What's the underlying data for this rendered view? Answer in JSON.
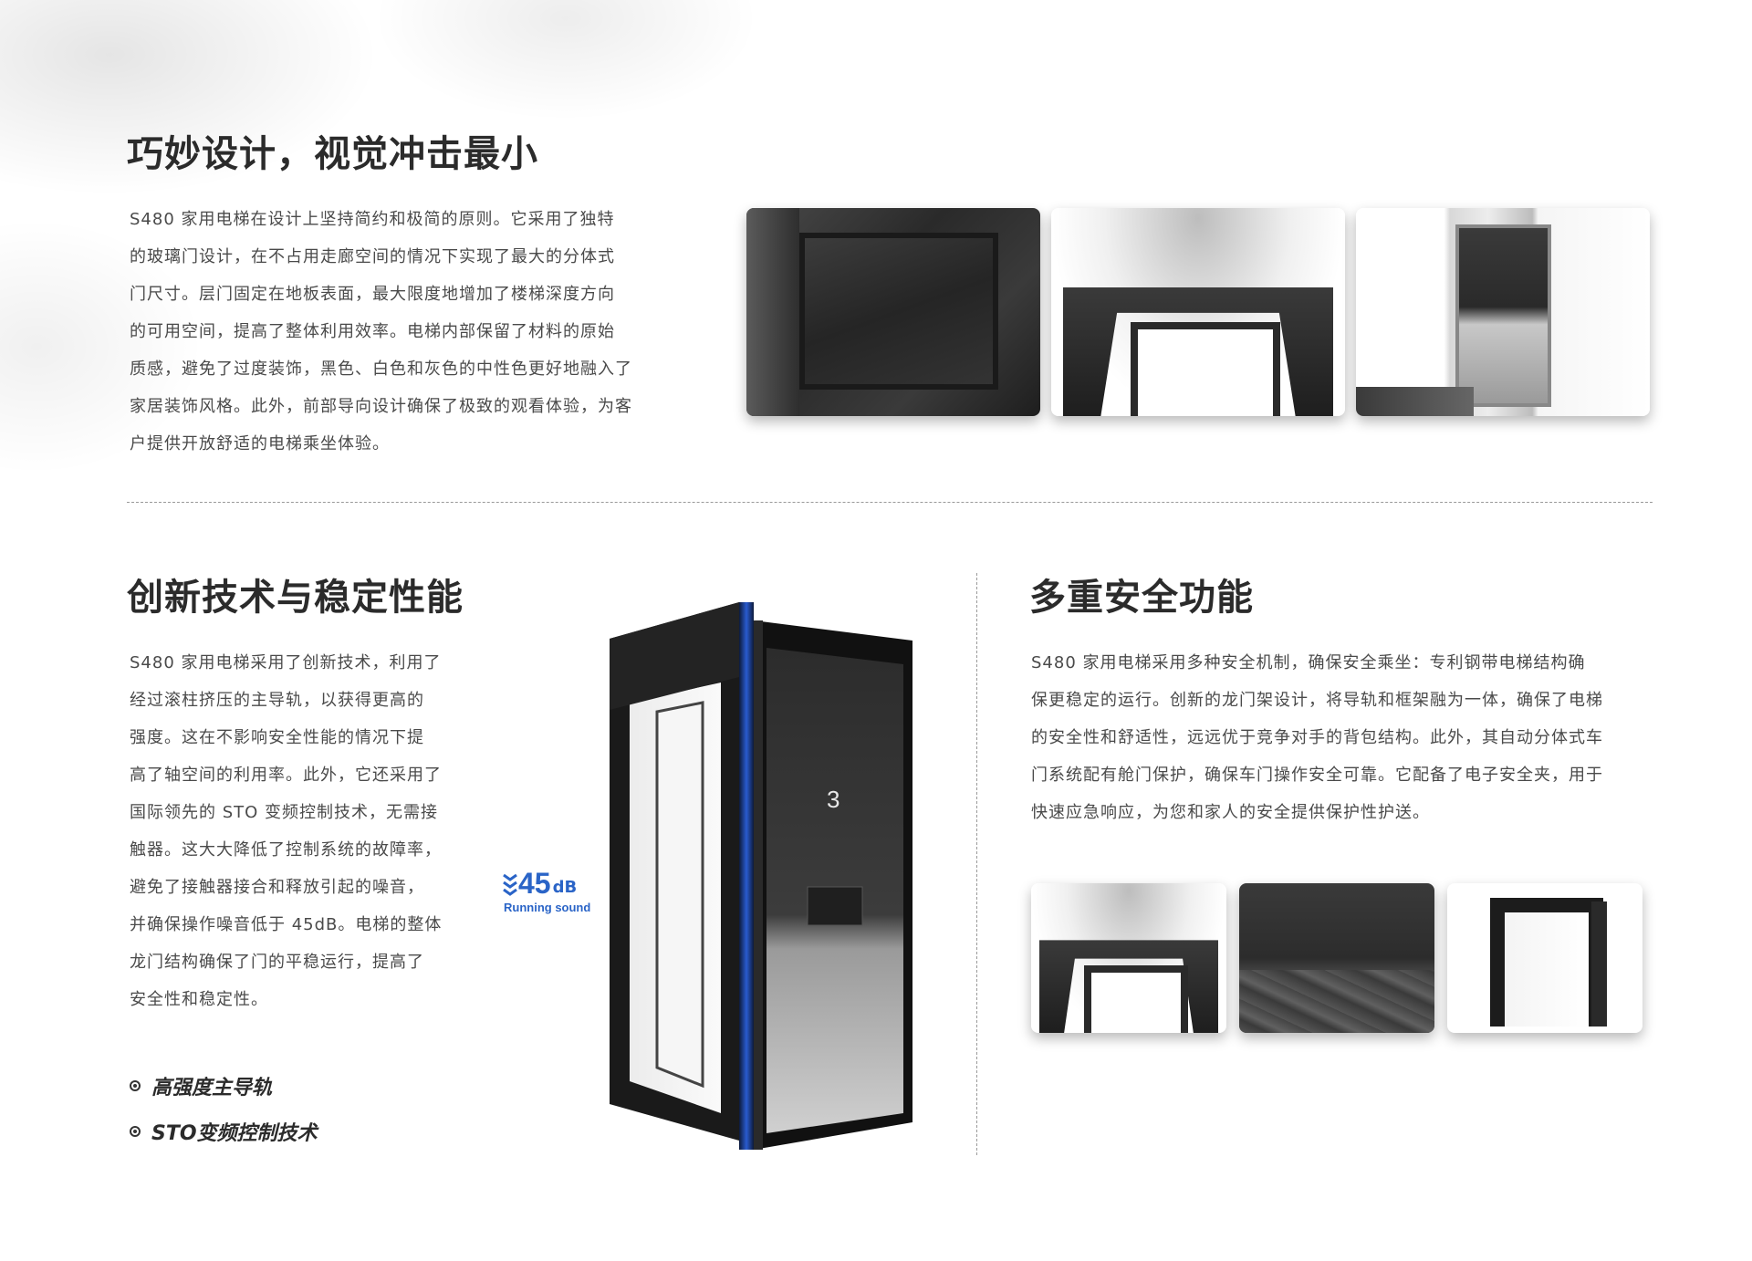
{
  "section1": {
    "title": "巧妙设计，视觉冲击最小",
    "lines": [
      "S480 家用电梯在设计上坚持简约和极简的原则。它采用了独特",
      "的玻璃门设计，在不占用走廊空间的情况下实现了最大的分体式",
      "门尺寸。层门固定在地板表面，最大限度地增加了楼梯深度方向",
      "的可用空间，提高了整体利用效率。电梯内部保留了材料的原始",
      "质感，避免了过度装饰，黑色、白色和灰色的中性色更好地融入了",
      "家居装饰风格。此外，前部导向设计确保了极致的观看体验，为客",
      "户提供开放舒适的电梯乘坐体验。"
    ]
  },
  "section2": {
    "title": "创新技术与稳定性能",
    "lines": [
      "S480 家用电梯采用了创新技术，利用了",
      "经过滚柱挤压的主导轨，以获得更高的",
      "强度。这在不影响安全性能的情况下提",
      "高了轴空间的利用率。此外，它还采用了",
      "国际领先的 STO 变频控制技术，无需接",
      "触器。这大大降低了控制系统的故障率，",
      "避免了接触器接合和释放引起的噪音，",
      "并确保操作噪音低于 45dB。电梯的整体",
      "龙门结构确保了门的平稳运行，提高了",
      "安全性和稳定性。"
    ],
    "bullets": [
      "高强度主导轨",
      "STO变频控制技术"
    ],
    "noise_badge": {
      "value": "45",
      "unit": "dB",
      "caption": "Running sound"
    },
    "floor_display": "3"
  },
  "section3": {
    "title": "多重安全功能",
    "lines": [
      "S480 家用电梯采用多种安全机制，确保安全乘坐：专利钢带电梯结构确",
      "保更稳定的运行。创新的龙门架设计，将导轨和框架融为一体，确保了电梯",
      "的安全性和舒适性，远远优于竞争对手的背包结构。此外，其自动分体式车",
      "门系统配有舱门保护，确保车门操作安全可靠。它配备了电子安全夹，用于",
      "快速应急响应，为您和家人的安全提供保护性护送。"
    ]
  },
  "colors": {
    "accent_blue": "#2a64c7",
    "title": "#2b2b2b",
    "body": "#4a4a4a"
  }
}
